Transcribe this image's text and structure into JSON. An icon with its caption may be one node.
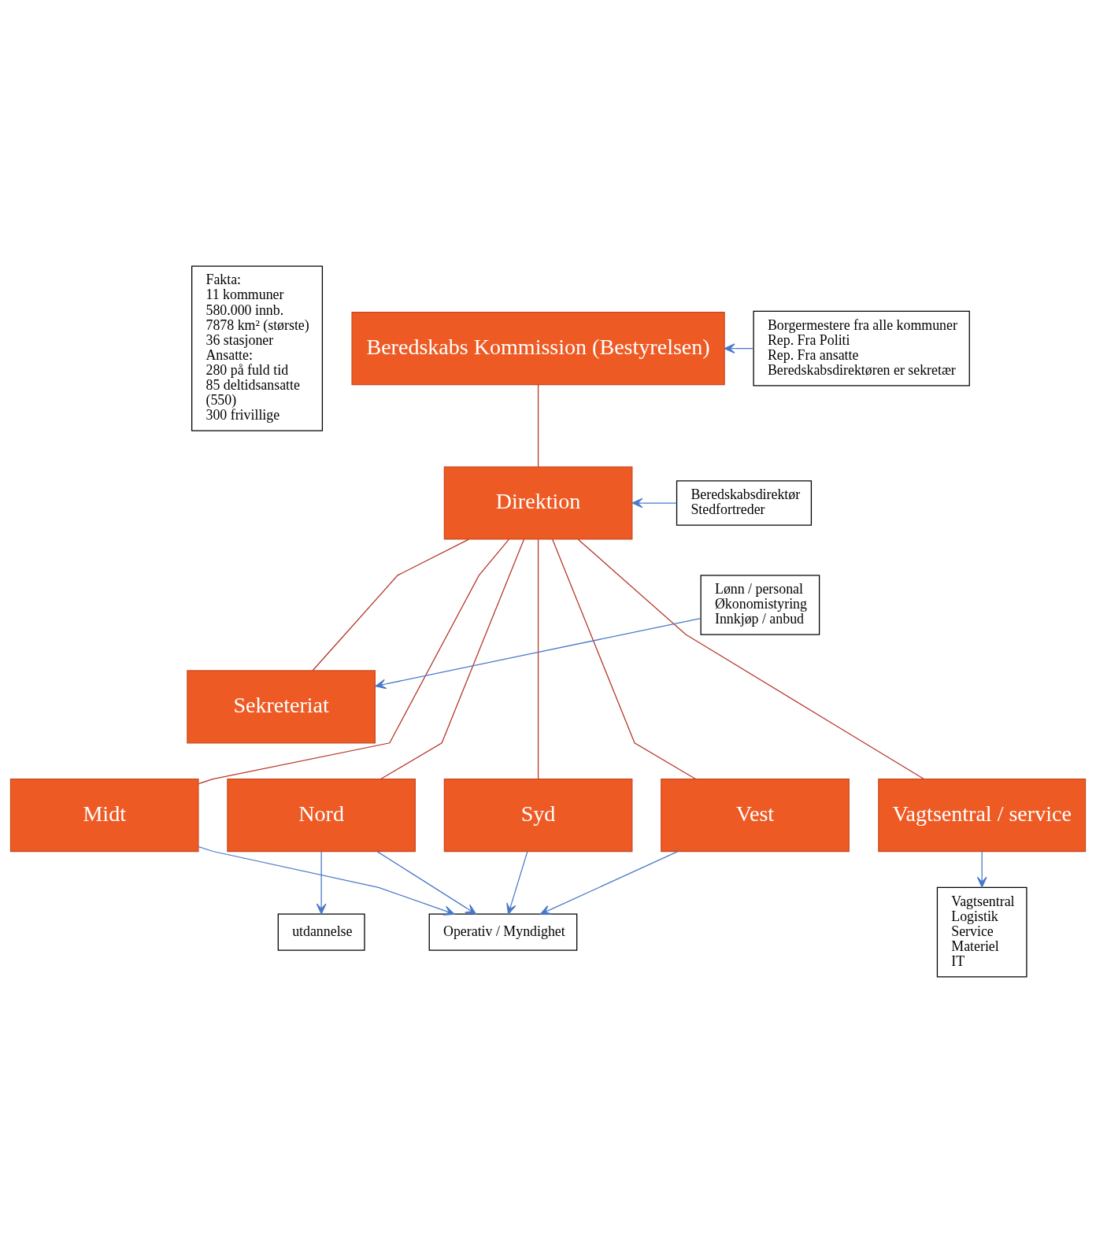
{
  "diagram": {
    "nodes": [
      {
        "text": [
          "Fakta:",
          "11 kommuner",
          "580.000 innb.",
          "7878 km² (største)",
          "36 stasjoner",
          "Ansatte:",
          "280 på fuld tid",
          "85 deltidsansatte",
          "(550)",
          "300 frivillige"
        ]
      },
      {
        "text": [
          "Beredskabs Kommission (Bestyrelsen)"
        ]
      },
      {
        "text": [
          "Borgermestere fra alle kommuner",
          "Rep. Fra Politi",
          "Rep. Fra ansatte",
          "Beredskabsdirektøren er sekretær"
        ]
      },
      {
        "text": [
          "Direktion"
        ]
      },
      {
        "text": [
          "Beredskabsdirektør",
          "Stedfortreder"
        ]
      },
      {
        "text": [
          "Lønn / personal",
          "Økonomistyring",
          "Innkjøp / anbud"
        ]
      },
      {
        "text": [
          "Sekreteriat"
        ]
      },
      {
        "text": [
          "Midt"
        ]
      },
      {
        "text": [
          "Nord"
        ]
      },
      {
        "text": [
          "Syd"
        ]
      },
      {
        "text": [
          "Vest"
        ]
      },
      {
        "text": [
          "Vagtsentral / service"
        ]
      },
      {
        "text": [
          "utdannelse"
        ]
      },
      {
        "text": [
          "Operativ / Myndighet"
        ]
      },
      {
        "text": [
          "Vagtsentral",
          "Logistik",
          "Service",
          "Materiel",
          "IT"
        ]
      }
    ],
    "edges": [
      {
        "from": 2,
        "to": 1,
        "arrow": "to"
      },
      {
        "from": 1,
        "to": 3,
        "arrow": "none",
        "color": "#b5372a"
      },
      {
        "from": 4,
        "to": 3,
        "arrow": "to"
      },
      {
        "from": 5,
        "to": 6,
        "arrow": "to"
      },
      {
        "from": 3,
        "to": 6,
        "arrow": "none",
        "color": "#b5372a"
      },
      {
        "from": 3,
        "to": 7,
        "arrow": "none",
        "color": "#b5372a"
      },
      {
        "from": 3,
        "to": 8,
        "arrow": "none",
        "color": "#b5372a"
      },
      {
        "from": 3,
        "to": 9,
        "arrow": "none",
        "color": "#b5372a"
      },
      {
        "from": 3,
        "to": 10,
        "arrow": "none",
        "color": "#b5372a"
      },
      {
        "from": 3,
        "to": 11,
        "arrow": "none",
        "color": "#b5372a"
      },
      {
        "from": 8,
        "to": 12,
        "arrow": "to"
      },
      {
        "from": 7,
        "to": 13,
        "arrow": "to"
      },
      {
        "from": 8,
        "to": 13,
        "arrow": "to"
      },
      {
        "from": 9,
        "to": 13,
        "arrow": "to"
      },
      {
        "from": 10,
        "to": 13,
        "arrow": "to"
      },
      {
        "from": 11,
        "to": 14,
        "arrow": "to"
      }
    ]
  }
}
